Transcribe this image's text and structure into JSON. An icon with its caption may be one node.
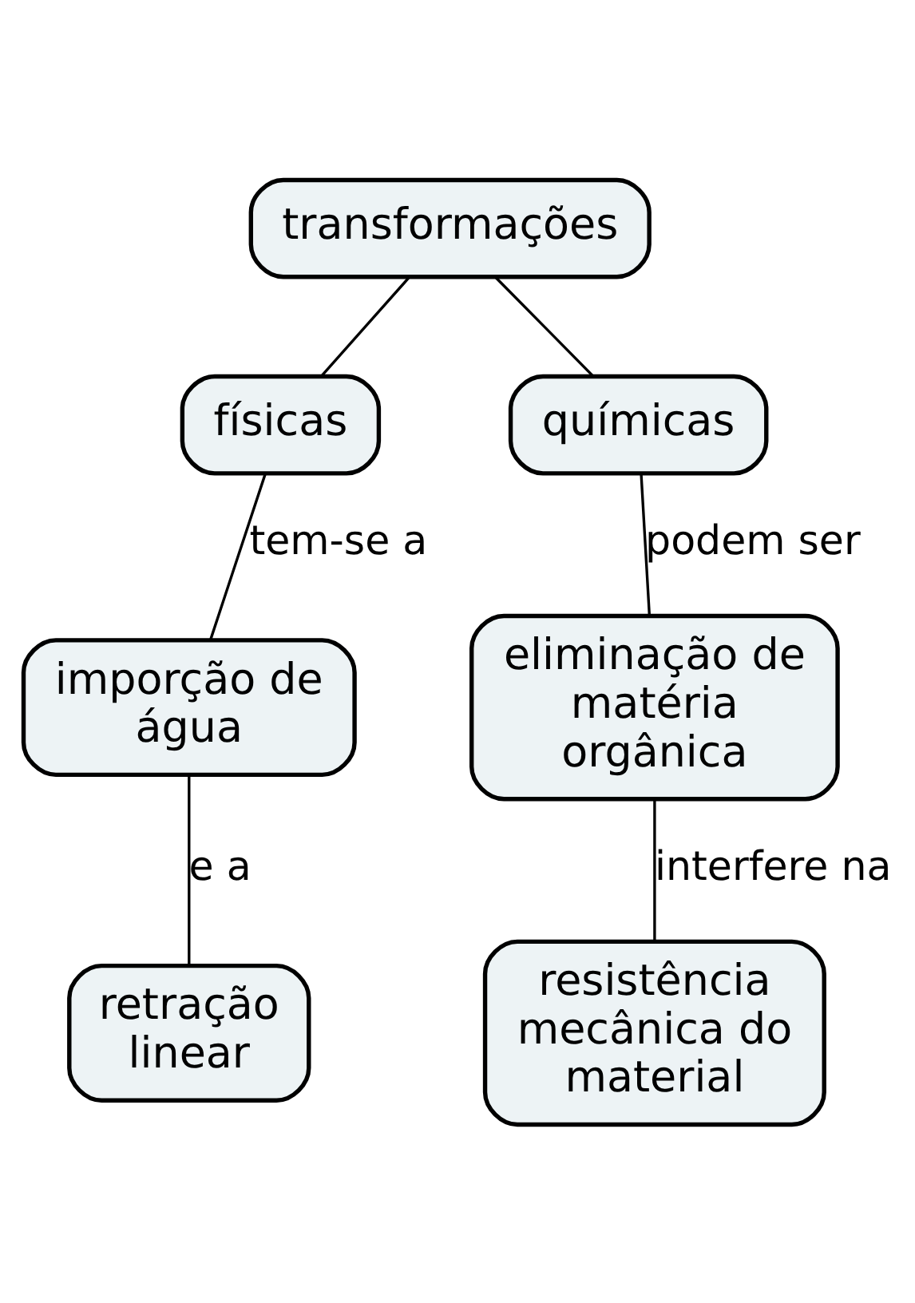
{
  "diagram": {
    "nodes": [
      {
        "text": [
          "transformações"
        ]
      },
      {
        "text": [
          "físicas"
        ]
      },
      {
        "text": [
          "químicas"
        ]
      },
      {
        "text": [
          "imporção de água"
        ]
      },
      {
        "text": [
          "retração linear"
        ]
      },
      {
        "text": [
          "eliminação de matéria orgânica"
        ]
      },
      {
        "text": [
          "resistência mecânica do material"
        ]
      }
    ],
    "edges": [
      {
        "from": 0,
        "to": 1,
        "arrow": "none"
      },
      {
        "from": 0,
        "to": 2,
        "arrow": "none"
      },
      {
        "from": 1,
        "to": 3,
        "arrow": "none",
        "label": "tem-se a"
      },
      {
        "from": 3,
        "to": 4,
        "arrow": "none",
        "label": "e a"
      },
      {
        "from": 2,
        "to": 5,
        "arrow": "none",
        "label": "podem ser"
      },
      {
        "from": 5,
        "to": 6,
        "arrow": "none",
        "label": "interfere na"
      }
    ]
  }
}
